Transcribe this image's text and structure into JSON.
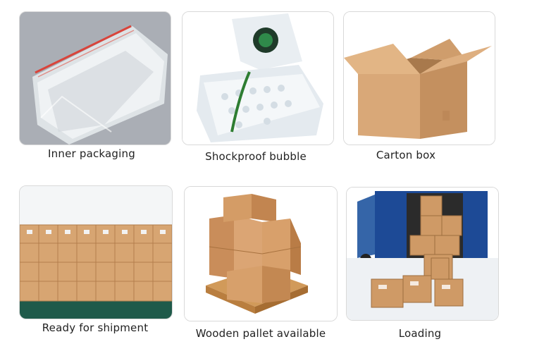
{
  "items": [
    {
      "caption": "Inner packaging",
      "image": "plastic-bags-image"
    },
    {
      "caption": "Shockproof bubble",
      "image": "bubble-bags-image"
    },
    {
      "caption": "Carton box",
      "image": "carton-box-image"
    },
    {
      "caption": "Ready for shipment",
      "image": "stacked-cartons-image"
    },
    {
      "caption": "Wooden pallet available",
      "image": "pallet-boxes-image"
    },
    {
      "caption": "Loading",
      "image": "truck-loading-image"
    }
  ]
}
